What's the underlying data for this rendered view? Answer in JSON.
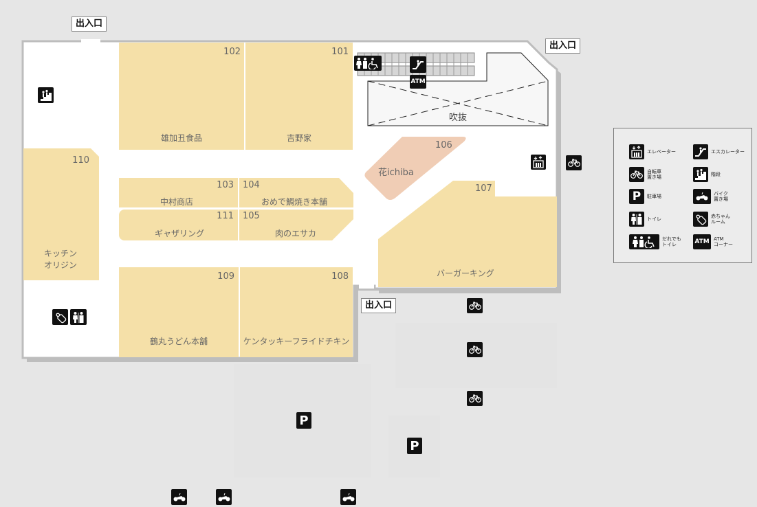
{
  "map": {
    "entrances": [
      {
        "id": "entrance-top-left",
        "label": "出入口"
      },
      {
        "id": "entrance-top-right",
        "label": "出入口"
      },
      {
        "id": "entrance-bottom",
        "label": "出入口"
      }
    ],
    "void_label": "吹抜",
    "shops": [
      {
        "number": "101",
        "name": "吉野家"
      },
      {
        "number": "102",
        "name": "雄加丑食品"
      },
      {
        "number": "103",
        "name": "中村商店"
      },
      {
        "number": "104",
        "name": "おめで鯛焼き本舗"
      },
      {
        "number": "105",
        "name": "肉のエサカ"
      },
      {
        "number": "106",
        "name": "花ichiba"
      },
      {
        "number": "107",
        "name": "バーガーキング"
      },
      {
        "number": "108",
        "name": "ケンタッキーフライドチキン"
      },
      {
        "number": "109",
        "name": "鶴丸うどん本舗"
      },
      {
        "number": "110",
        "name_line1": "キッチン",
        "name_line2": "オリジン"
      },
      {
        "number": "111",
        "name": "ギャザリング"
      }
    ],
    "colors": {
      "shop_fill": "#f5e0a8",
      "flower_shop_fill": "#f0cdb5",
      "floor": "#ffffff",
      "background": "#e6e6e6",
      "wall": "#bdbdbd",
      "icon_bg": "#111111"
    }
  },
  "legend": {
    "items": [
      {
        "icon": "elevator-icon",
        "label": "エレベーター"
      },
      {
        "icon": "escalator-icon",
        "label": "エスカレーター"
      },
      {
        "icon": "bicycle-icon",
        "label": "自転車\n置き場"
      },
      {
        "icon": "stairs-icon",
        "label": "階段"
      },
      {
        "icon": "parking-icon",
        "label": "駐車場"
      },
      {
        "icon": "motorcycle-icon",
        "label": "バイク\n置き場"
      },
      {
        "icon": "restroom-icon",
        "label": "トイレ"
      },
      {
        "icon": "baby-bottle-icon",
        "label": "赤ちゃん\nルーム"
      },
      {
        "icon": "accessible-restroom-icon",
        "label": "だれでも\nトイレ"
      },
      {
        "icon": "atm-icon",
        "label": "ATM\nコーナー"
      }
    ],
    "atm_glyph": "ATM",
    "parking_glyph": "P"
  }
}
